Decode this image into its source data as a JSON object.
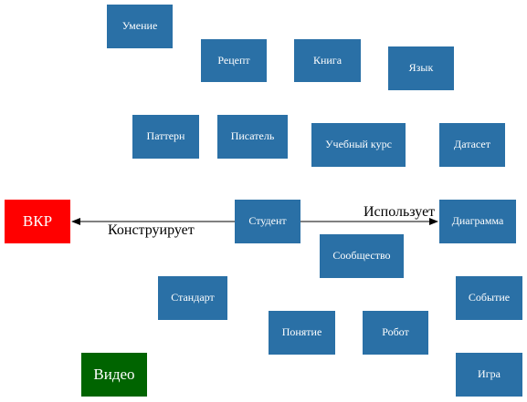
{
  "colors": {
    "node_default": "#2a70a6",
    "node_vkr": "#ff0000",
    "node_video": "#006400",
    "edge": "#000000"
  },
  "nodes": {
    "umenie": "Умение",
    "recept": "Рецепт",
    "kniga": "Книга",
    "yazyk": "Язык",
    "pattern": "Паттерн",
    "pisatel": "Писатель",
    "uchebny_kurs": "Учебный курс",
    "dataset": "Датасет",
    "vkr": "ВКР",
    "student": "Студент",
    "diagramma": "Диаграмма",
    "soobshchestvo": "Сообщество",
    "standart": "Стандарт",
    "sobytie": "Событие",
    "ponyatie": "Понятие",
    "robot": "Робот",
    "video": "Видео",
    "igra": "Игра"
  },
  "edges": {
    "constructs": "Конструирует",
    "uses": "Использует"
  }
}
